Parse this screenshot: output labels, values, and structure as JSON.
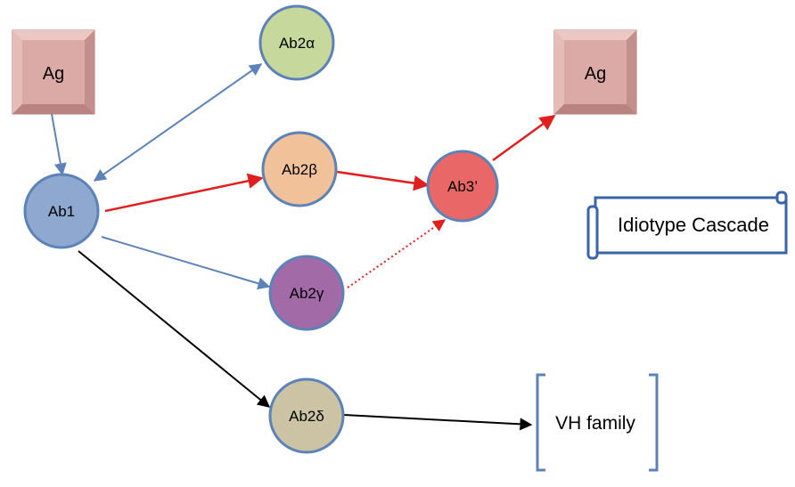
{
  "nodes": {
    "ag_left": "Ag",
    "ag_right": "Ag",
    "ab1": "Ab1",
    "ab2_alpha": "Ab2α",
    "ab2_beta": "Ab2β",
    "ab2_gamma": "Ab2γ",
    "ab2_delta": "Ab2δ",
    "ab3_prime": "Ab3’"
  },
  "scroll_label": "Idiotype Cascade",
  "bracket_label": "VH family",
  "colors": {
    "ag_fill": "#dfb0ad",
    "ag_stroke": "#b07a78",
    "ab1_fill": "#8fa8cf",
    "ab2_alpha_fill": "#c6d89c",
    "ab2_beta_fill": "#f1c29a",
    "ab2_gamma_fill": "#a36aa8",
    "ab2_delta_fill": "#cbc3a3",
    "ab3_fill": "#ea6767",
    "node_stroke": "#5c82b8",
    "arrow_blue": "#5c82b8",
    "arrow_red": "#e02020",
    "arrow_black": "#000000"
  }
}
